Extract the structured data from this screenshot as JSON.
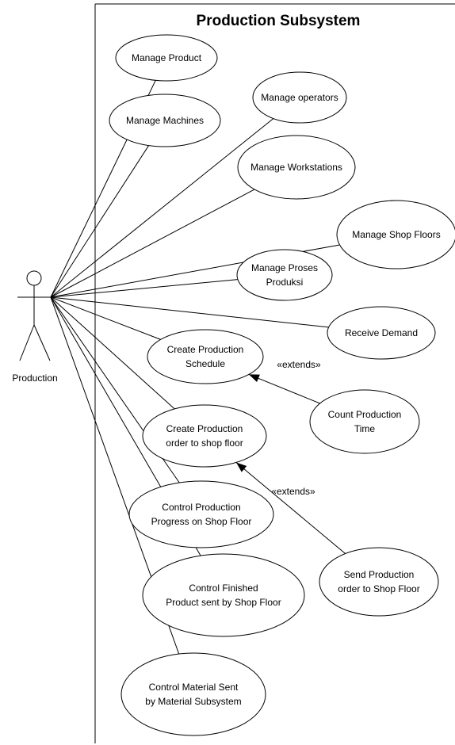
{
  "system": {
    "title": "Production Subsystem"
  },
  "actor": {
    "name": "Production"
  },
  "use_cases": [
    {
      "id": "uc-manage-product",
      "lines": [
        "Manage Product"
      ]
    },
    {
      "id": "uc-manage-machines",
      "lines": [
        "Manage Machines"
      ]
    },
    {
      "id": "uc-manage-operators",
      "lines": [
        "Manage operators"
      ]
    },
    {
      "id": "uc-manage-workstations",
      "lines": [
        "Manage Workstations"
      ]
    },
    {
      "id": "uc-manage-shop-floors",
      "lines": [
        "Manage Shop Floors"
      ]
    },
    {
      "id": "uc-manage-proses-produksi",
      "lines": [
        "Manage Proses",
        "Produksi"
      ]
    },
    {
      "id": "uc-receive-demand",
      "lines": [
        "Receive Demand"
      ]
    },
    {
      "id": "uc-create-production-schedule",
      "lines": [
        "Create  Production",
        "Schedule"
      ]
    },
    {
      "id": "uc-count-production-time",
      "lines": [
        "Count Production",
        "Time"
      ]
    },
    {
      "id": "uc-create-production-order",
      "lines": [
        "Create Production",
        "order to shop floor"
      ]
    },
    {
      "id": "uc-control-production-progress",
      "lines": [
        "Control Production",
        "Progress on Shop Floor"
      ]
    },
    {
      "id": "uc-control-finished-product",
      "lines": [
        "Control Finished",
        "Product sent by Shop Floor"
      ]
    },
    {
      "id": "uc-send-production-order",
      "lines": [
        "Send Production",
        "order to Shop Floor"
      ]
    },
    {
      "id": "uc-control-material-sent",
      "lines": [
        "Control Material Sent",
        "by Material Subsystem"
      ]
    }
  ],
  "extends": [
    {
      "from": "uc-count-production-time",
      "to": "uc-create-production-schedule",
      "label": "«extends»"
    },
    {
      "from": "uc-send-production-order",
      "to": "uc-create-production-order",
      "label": "«extends»"
    }
  ]
}
